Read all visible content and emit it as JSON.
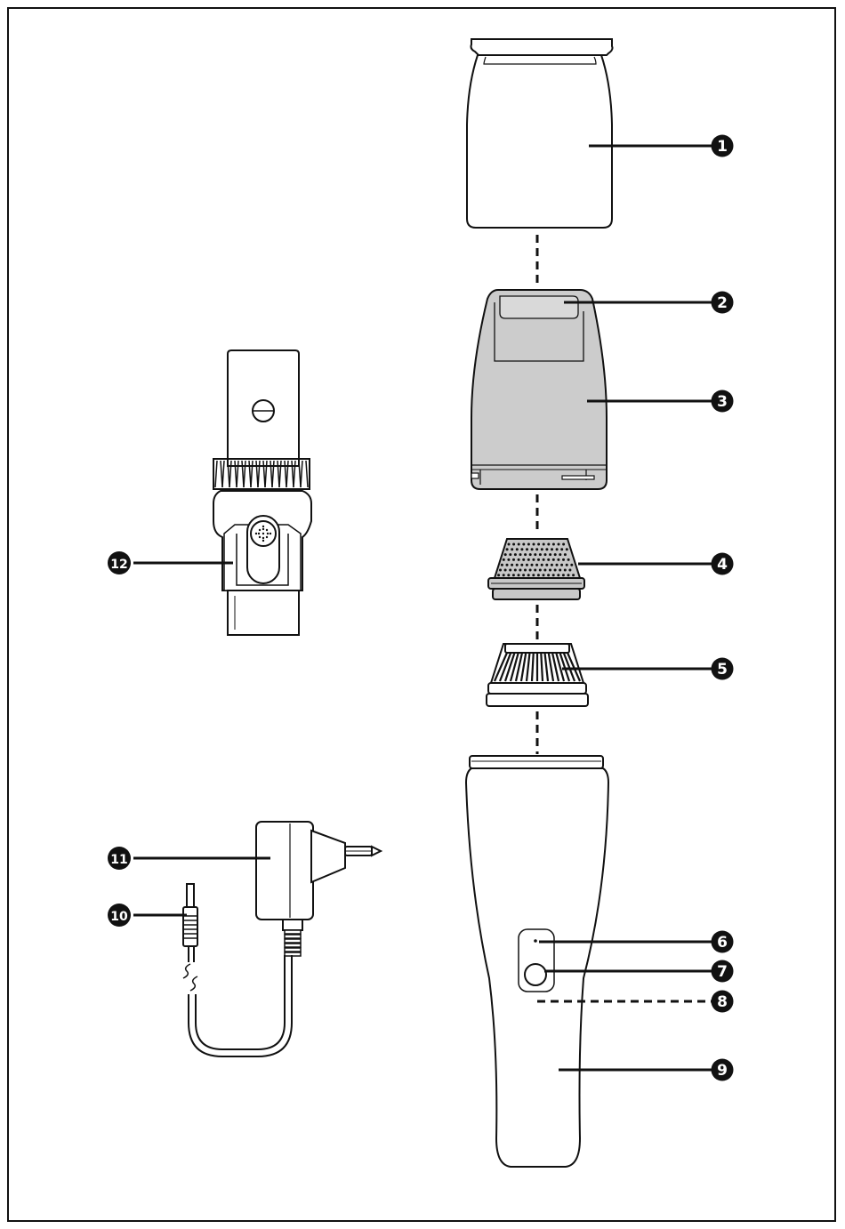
{
  "diagram": {
    "colors": {
      "line": "#111111",
      "badge_bg": "#111111",
      "badge_text": "#ffffff",
      "filter_housing_fill": "#cccccc",
      "cap_fill": "#c8c8c8",
      "part_fill": "#ffffff"
    },
    "labels": [
      {
        "id": "1",
        "text": "1",
        "part": "dust-container-cover"
      },
      {
        "id": "2",
        "text": "2",
        "part": "filter-handle"
      },
      {
        "id": "3",
        "text": "3",
        "part": "filter-housing"
      },
      {
        "id": "4",
        "text": "4",
        "part": "perforated-filter-cap"
      },
      {
        "id": "5",
        "text": "5",
        "part": "pleated-filter"
      },
      {
        "id": "6",
        "text": "6",
        "part": "charging-indicator"
      },
      {
        "id": "7",
        "text": "7",
        "part": "on-off-button"
      },
      {
        "id": "8",
        "text": "8",
        "part": "charging-socket"
      },
      {
        "id": "9",
        "text": "9",
        "part": "handle-body"
      },
      {
        "id": "10",
        "text": "10",
        "part": "connector-plug"
      },
      {
        "id": "11",
        "text": "11",
        "part": "power-adapter"
      },
      {
        "id": "12",
        "text": "12",
        "part": "brush-nozzle"
      }
    ]
  }
}
